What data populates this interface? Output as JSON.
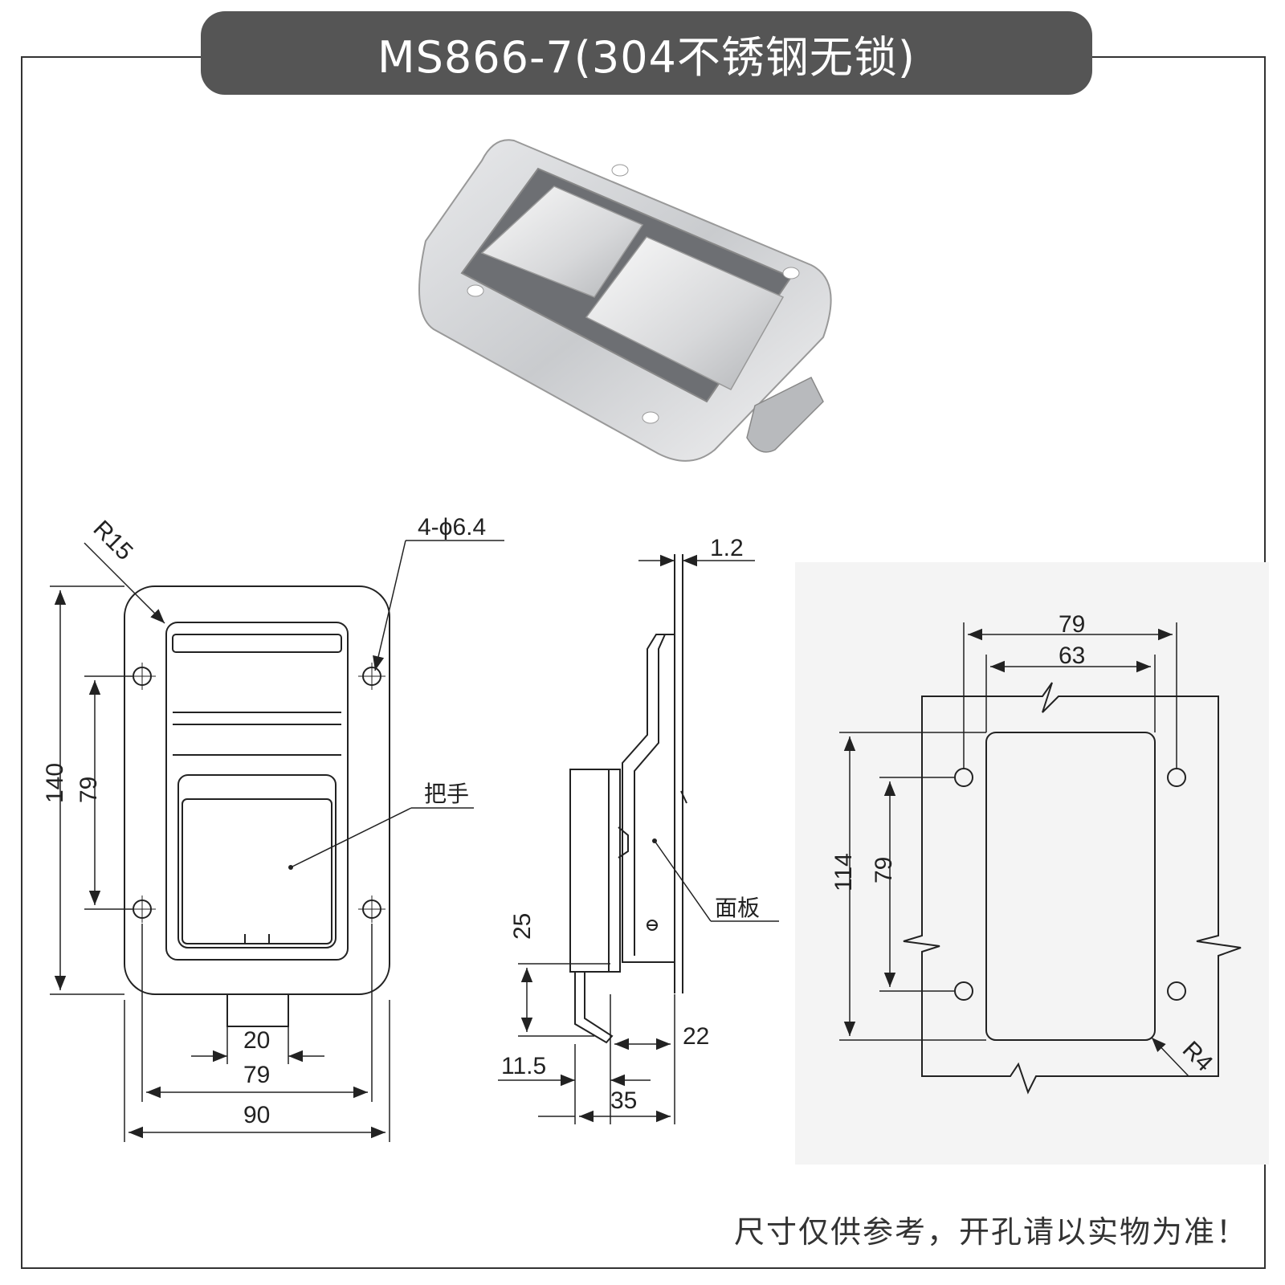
{
  "title": "MS866-7(304不锈钢无锁)",
  "front_view": {
    "corner_radius": "R15",
    "holes": "4-ϕ6.4",
    "height": "140",
    "hole_spacing_v": "79",
    "handle_label": "把手",
    "tongue_width": "20",
    "hole_spacing_h": "79",
    "width": "90"
  },
  "side_view": {
    "thickness": "1.2",
    "panel_label": "面板",
    "dim_25": "25",
    "dim_22": "22",
    "dim_11_5": "11.5",
    "dim_35": "35"
  },
  "cutout_view": {
    "outer_width": "79",
    "inner_width": "63",
    "height": "114",
    "hole_spacing_v": "79",
    "corner_radius": "R4"
  },
  "footnote": "尺寸仅供参考，开孔请以实物为准！",
  "colors": {
    "title_bg": "#555555",
    "cutout_bg": "#f4f4f4"
  }
}
